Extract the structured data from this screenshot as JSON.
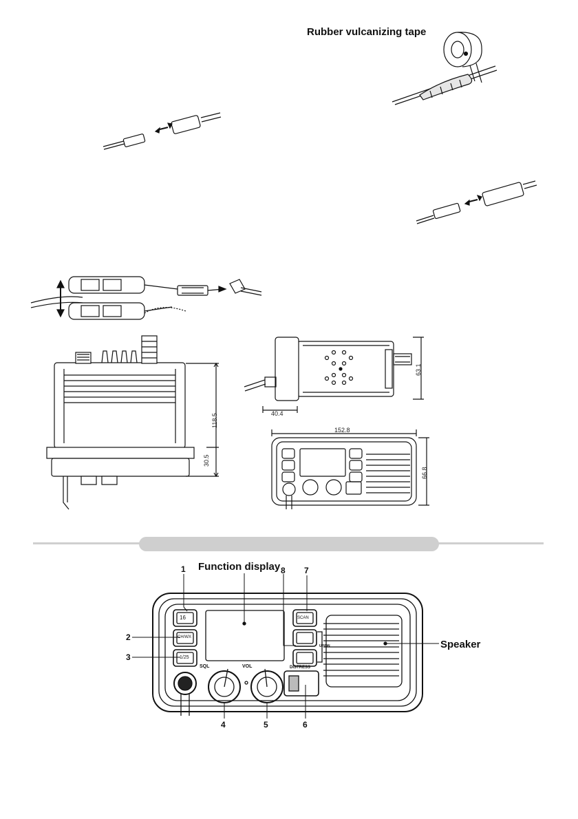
{
  "labels": {
    "rubber_tape": "Rubber vulcanizing tape",
    "function_display": "Function display",
    "speaker": "Speaker"
  },
  "callouts": [
    "1",
    "2",
    "3",
    "4",
    "5",
    "6",
    "7",
    "8"
  ],
  "dimensions": {
    "side_height": "118.5",
    "side_flange": "30.5",
    "top_depth": "40.4",
    "top_height": "63.1",
    "front_width": "152.8",
    "front_height": "66.8"
  },
  "panel_keys": {
    "key_16": "16",
    "key_ch_wx": "CH/WX",
    "key_1_25": "1/25",
    "key_scan": "SCAN",
    "knob_sql": "SQL",
    "knob_vol": "VOL",
    "distress": "DISTRESS",
    "up_down": "UP/DN"
  }
}
